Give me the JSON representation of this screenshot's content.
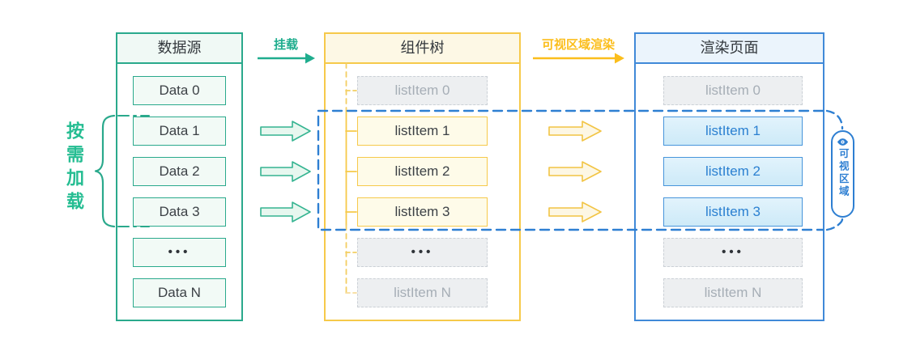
{
  "side_label": "按需加载",
  "flow_arrows": [
    {
      "label": "挂载",
      "color": "#1FAD8E"
    },
    {
      "label": "可视区域渲染",
      "color": "#FBBE1C"
    }
  ],
  "columns": [
    {
      "title": "数据源",
      "items": [
        {
          "label": "Data 0",
          "state": "normal"
        },
        {
          "label": "Data 1",
          "state": "normal"
        },
        {
          "label": "Data 2",
          "state": "normal"
        },
        {
          "label": "Data 3",
          "state": "normal"
        },
        {
          "label": "•••",
          "state": "normal"
        },
        {
          "label": "Data N",
          "state": "normal"
        }
      ]
    },
    {
      "title": "组件树",
      "items": [
        {
          "label": "listItem 0",
          "state": "inactive"
        },
        {
          "label": "listItem 1",
          "state": "active"
        },
        {
          "label": "listItem 2",
          "state": "active"
        },
        {
          "label": "listItem 3",
          "state": "active"
        },
        {
          "label": "•••",
          "state": "inactive"
        },
        {
          "label": "listItem N",
          "state": "inactive"
        }
      ]
    },
    {
      "title": "渲染页面",
      "items": [
        {
          "label": "listItem 0",
          "state": "inactive"
        },
        {
          "label": "listItem 1",
          "state": "active"
        },
        {
          "label": "listItem 2",
          "state": "active"
        },
        {
          "label": "listItem 3",
          "state": "active"
        },
        {
          "label": "•••",
          "state": "inactive"
        },
        {
          "label": "listItem N",
          "state": "inactive"
        }
      ]
    }
  ],
  "viewport_badge": {
    "label": "可视区域",
    "icon": "eye-icon"
  },
  "colors": {
    "teal": "#2AA98C",
    "teal_text": "#25BD92",
    "yellow": "#F6C94A",
    "yellow_text": "#FBBE1C",
    "blue": "#2E7FD2",
    "blue_item_border": "#4795DB",
    "blue_item_text": "#2B80D1",
    "gray_border": "#CBD0D6",
    "gray_fill": "#EDEFF1",
    "gray_text": "#A6AEB6"
  }
}
